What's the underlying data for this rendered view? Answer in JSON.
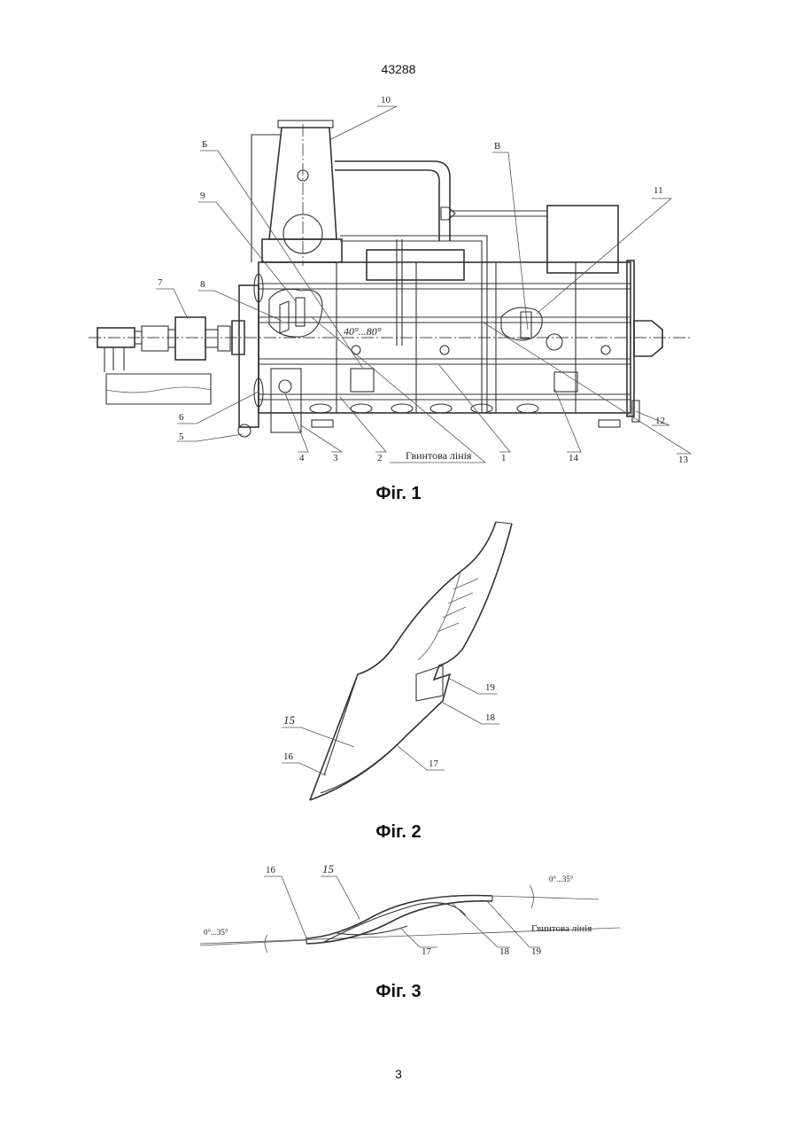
{
  "header": {
    "patent_number": "43288"
  },
  "footer": {
    "page_number": "3"
  },
  "figures": [
    {
      "caption": "Фіг. 1",
      "callouts": [
        "10",
        "Б",
        "В",
        "11",
        "9",
        "8",
        "7",
        "6",
        "5",
        "4",
        "3",
        "2",
        "1",
        "14",
        "13",
        "12"
      ],
      "angle_label": "40°...80°",
      "line_label": "Гвинтова лінія"
    },
    {
      "caption": "Фіг. 2",
      "callouts": [
        "15",
        "16",
        "17",
        "18",
        "19"
      ]
    },
    {
      "caption": "Фіг. 3",
      "callouts": [
        "16",
        "15",
        "17",
        "18",
        "19"
      ],
      "angle_label_left": "0°...35°",
      "angle_label_right": "0°...35°",
      "line_label": "Гвинтова лінія"
    }
  ]
}
